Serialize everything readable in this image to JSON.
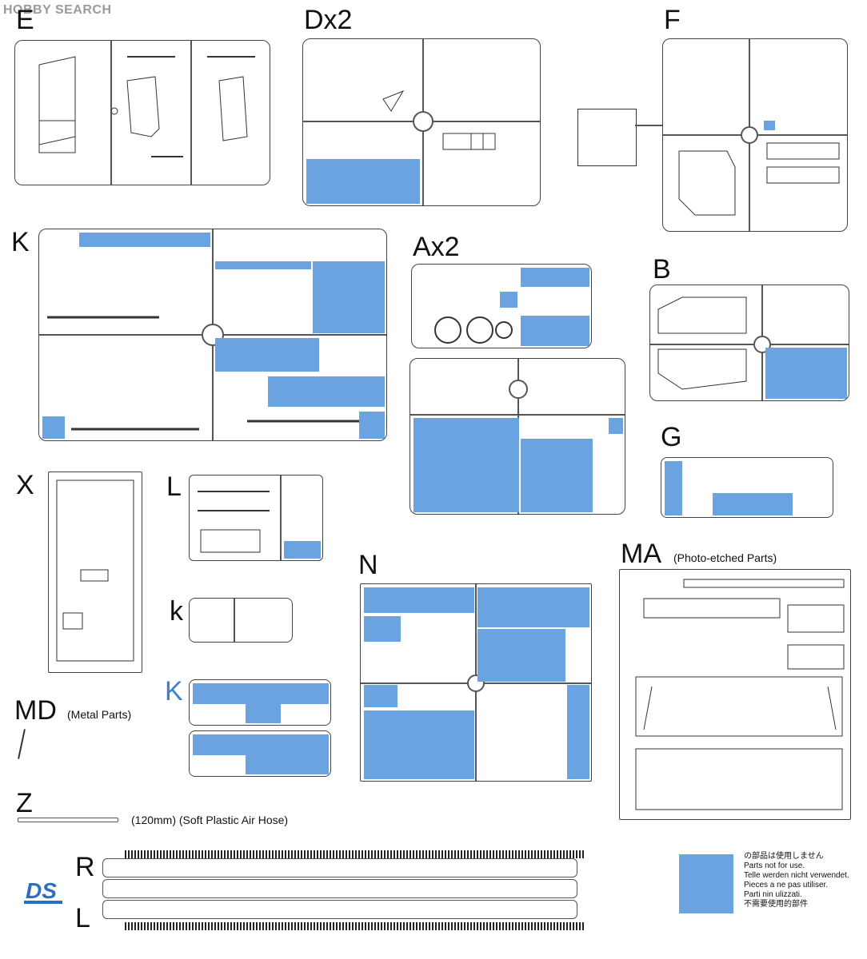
{
  "watermark": "HOBBY SEARCH",
  "labels": {
    "E": "E",
    "D": "Dx2",
    "F": "F",
    "K": "K",
    "A": "Ax2",
    "B": "B",
    "X": "X",
    "L": "L",
    "G": "G",
    "k": "k",
    "K_blue": "K",
    "N": "N",
    "MA": "MA",
    "MA_sub": "(Photo-etched Parts)",
    "MD": "MD",
    "MD_sub": "(Metal Parts)",
    "Z": "Z",
    "Z_sub": "(120mm) (Soft Plastic Air Hose)",
    "R": "R",
    "L_track": "L"
  },
  "legend": [
    "の部品は使用しません",
    "Parts not for use.",
    "Telle werden nicht verwendet.",
    "Pieces a ne pas utiliser.",
    "Parti nin ulizzati.",
    "不需要使用的部件"
  ],
  "logo_text": "DS",
  "colors": {
    "unused": "#6ba3e0",
    "frame": "#444444",
    "blue_label": "#3f7fd0"
  }
}
